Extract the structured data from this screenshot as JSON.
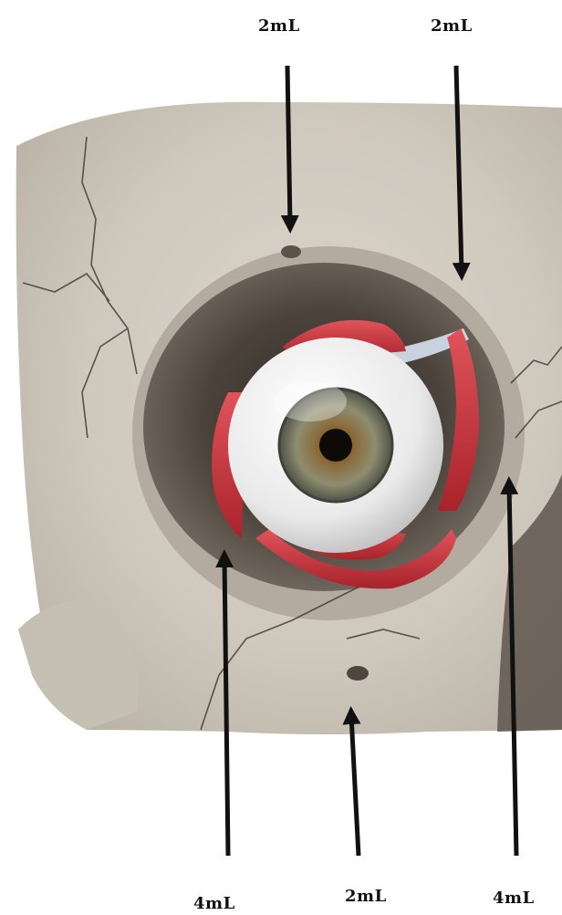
{
  "labels": {
    "top_left": "2mL",
    "top_right": "2mL",
    "bottom_left": "4mL",
    "bottom_center": "2mL",
    "bottom_right": "4mL"
  },
  "colors": {
    "bone": "#cfc8bd",
    "orbit_shadow": "#5a5148",
    "muscle": "#c9323a",
    "sclera": "#eeeeee",
    "iris": "#7f7a5f",
    "arrow": "#111111"
  }
}
